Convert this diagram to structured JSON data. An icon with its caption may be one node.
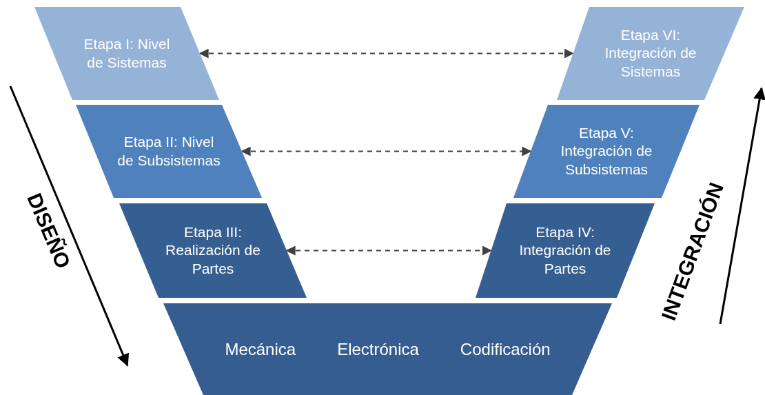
{
  "diagram": {
    "nodes": [
      {
        "text": [
          "Etapa I: Nivel de Sistemas"
        ]
      },
      {
        "text": [
          "Etapa II: Nivel de Subsistemas"
        ]
      },
      {
        "text": [
          "Etapa III: Realización de Partes"
        ]
      },
      {
        "text": [
          "Etapa VI: Integración de Sistemas"
        ]
      },
      {
        "text": [
          "Etapa V: Integración de Subsistemas"
        ]
      },
      {
        "text": [
          "Etapa IV: Integración de Partes"
        ]
      },
      {
        "text": [
          "Mecánica",
          "Electrónica",
          "Codificación"
        ]
      }
    ],
    "edges": [
      {
        "from": 0,
        "to": 3,
        "arrow": "both",
        "style": "dashed"
      },
      {
        "from": 1,
        "to": 4,
        "arrow": "both",
        "style": "dashed"
      },
      {
        "from": 2,
        "to": 5,
        "arrow": "both",
        "style": "dashed"
      }
    ],
    "labels": [
      "DISEÑO",
      "INTEGRACIÓN"
    ]
  }
}
